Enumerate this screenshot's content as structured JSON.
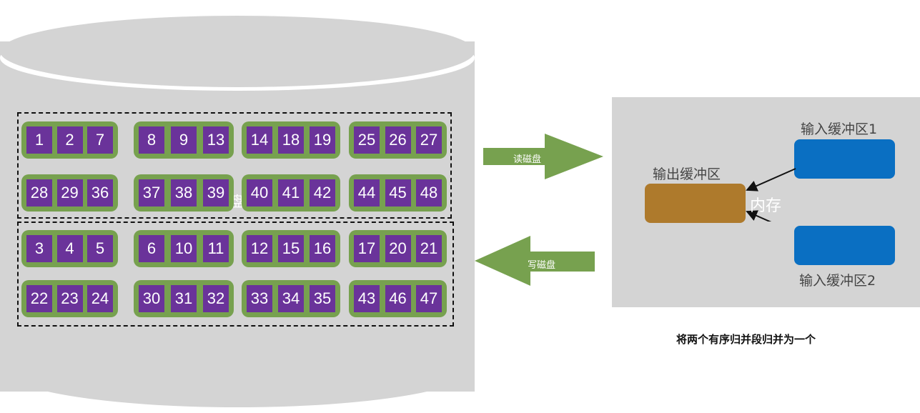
{
  "disk": {
    "hidden_label": "盘",
    "upper_groups": [
      [
        "1",
        "2",
        "7"
      ],
      [
        "8",
        "9",
        "13"
      ],
      [
        "14",
        "18",
        "19"
      ],
      [
        "25",
        "26",
        "27"
      ],
      [
        "28",
        "29",
        "36"
      ],
      [
        "37",
        "38",
        "39"
      ],
      [
        "40",
        "41",
        "42"
      ],
      [
        "44",
        "45",
        "48"
      ]
    ],
    "lower_groups": [
      [
        "3",
        "4",
        "5"
      ],
      [
        "6",
        "10",
        "11"
      ],
      [
        "12",
        "15",
        "16"
      ],
      [
        "17",
        "20",
        "21"
      ],
      [
        "22",
        "23",
        "24"
      ],
      [
        "30",
        "31",
        "32"
      ],
      [
        "33",
        "34",
        "35"
      ],
      [
        "43",
        "46",
        "47"
      ]
    ]
  },
  "arrows": {
    "read_label": "读磁盘",
    "write_label": "写磁盘"
  },
  "memory": {
    "label": "内存",
    "output_buffer_label": "输出缓冲区",
    "input_buffer_1_label": "输入缓冲区1",
    "input_buffer_2_label": "输入缓冲区2"
  },
  "caption": "将两个有序归并段归并为一个",
  "colors": {
    "disk": "#d4d4d4",
    "group": "#77a14f",
    "cell": "#6a339a",
    "arrow": "#77a14f",
    "output_buffer": "#ae7a2c",
    "input_buffer": "#0a6fc2"
  }
}
